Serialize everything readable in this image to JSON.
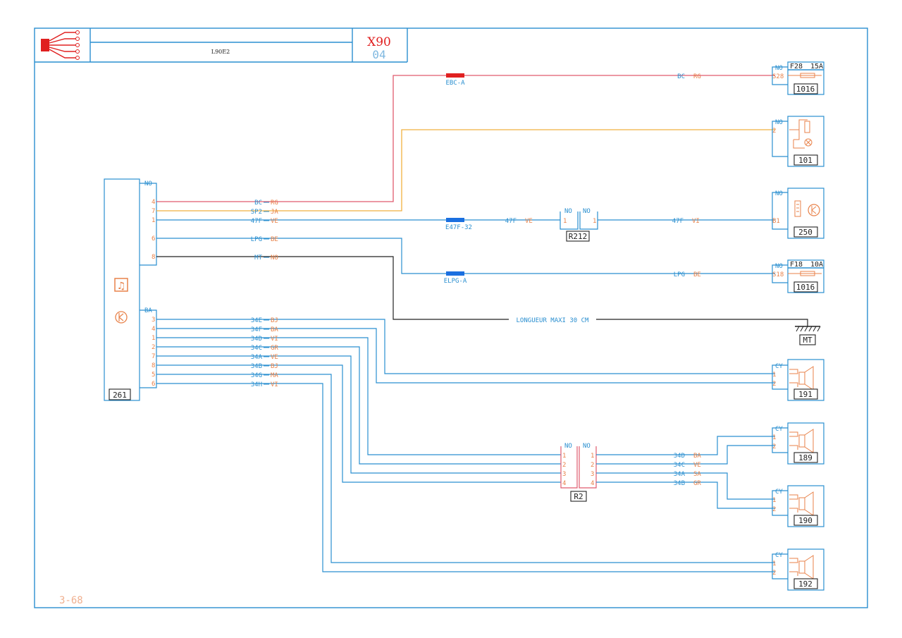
{
  "header": {
    "model_code": "X90",
    "revision": "04",
    "title_field": "L90E2",
    "page_ref": "3-68"
  },
  "unit_261": {
    "id": "261",
    "connector_top": "NO",
    "connector_bottom": "BA",
    "top_pins": [
      "4",
      "7",
      "1",
      "6",
      "8"
    ],
    "bottom_pins": [
      "3",
      "4",
      "1",
      "2",
      "7",
      "8",
      "5",
      "6"
    ]
  },
  "top_wires": [
    {
      "code": "BC",
      "color": "RG"
    },
    {
      "code": "SP2",
      "color": "JA"
    },
    {
      "code": "47F",
      "color": "VE"
    },
    {
      "code": "LPG",
      "color": "BE"
    },
    {
      "code": "MT",
      "color": "NO"
    }
  ],
  "bottom_wires": [
    {
      "code": "34E",
      "color": "BJ"
    },
    {
      "code": "34F",
      "color": "BA"
    },
    {
      "code": "34D",
      "color": "VI"
    },
    {
      "code": "34C",
      "color": "GR"
    },
    {
      "code": "34A",
      "color": "VE"
    },
    {
      "code": "34B",
      "color": "BJ"
    },
    {
      "code": "34G",
      "color": "MA"
    },
    {
      "code": "34H",
      "color": "VI"
    }
  ],
  "splices": {
    "ebc": "EBC-A",
    "e47f": "E47F-32",
    "elpg": "ELPG-A"
  },
  "mid_wires": {
    "w47f_ve": {
      "code": "47F",
      "color": "VE"
    },
    "w47f_vi": {
      "code": "47F",
      "color": "VI"
    },
    "bc_rg": {
      "code": "BC",
      "color": "RG"
    },
    "lpg_be": {
      "code": "LPG",
      "color": "BE"
    }
  },
  "r212": {
    "id": "R212",
    "left": "NO",
    "right": "NO",
    "pin": "1"
  },
  "r2": {
    "id": "R2",
    "left": "NO",
    "right": "NO",
    "pins": [
      "1",
      "2",
      "3",
      "4"
    ],
    "out_wires": [
      {
        "code": "34D",
        "color": "BA"
      },
      {
        "code": "34C",
        "color": "VE"
      },
      {
        "code": "34A",
        "color": "SA"
      },
      {
        "code": "34B",
        "color": "GR"
      }
    ]
  },
  "ground": {
    "id": "MT",
    "note": "LONGUEUR MAXI 30 CM"
  },
  "right_units": [
    {
      "id": "1016",
      "connector": "NO",
      "pin": "S28",
      "fuse": "F28",
      "rating": "15A"
    },
    {
      "id": "101",
      "connector": "NO",
      "pin": "2"
    },
    {
      "id": "250",
      "connector": "NO",
      "pin": "B1"
    },
    {
      "id": "1016",
      "connector": "NO",
      "pin": "S18",
      "fuse": "F18",
      "rating": "10A"
    },
    {
      "id": "191",
      "connector": "CY",
      "pins": [
        "1",
        "2"
      ]
    },
    {
      "id": "189",
      "connector": "CY",
      "pins": [
        "1",
        "2"
      ]
    },
    {
      "id": "190",
      "connector": "CY",
      "pins": [
        "1",
        "2"
      ]
    },
    {
      "id": "192",
      "connector": "CY",
      "pins": [
        "1",
        "2"
      ]
    }
  ],
  "colors": {
    "frame": "#2a8fd0",
    "label": "#e8824a",
    "red_wire": "#e02020",
    "yellow_wire": "#f0b040",
    "splice_blue": "#1a6fe0",
    "splice_red": "#e02020"
  }
}
